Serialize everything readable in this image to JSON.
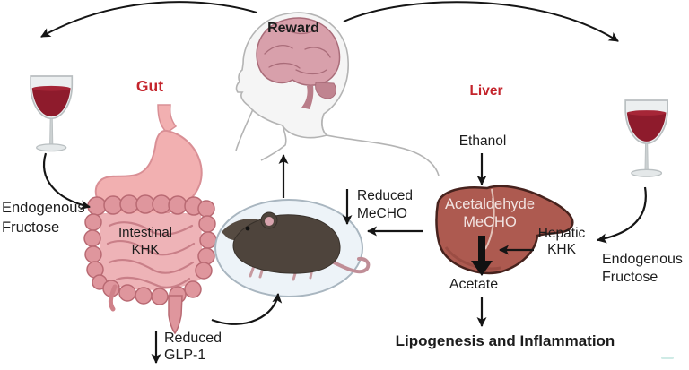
{
  "figure": {
    "type": "biomedical-pathway-diagram",
    "description_labels": {
      "reward": "Reward",
      "gut": "Gut",
      "liver": "Liver",
      "ethanol": "Ethanol",
      "acetaldehyde": [
        "Acetaldehyde",
        "MeCHO"
      ],
      "hepatic_khk": [
        "Hepatic",
        "KHK"
      ],
      "endogenous_fructose_right": [
        "Endogenous",
        "Fructose"
      ],
      "endogenous_fructose_left": [
        "Endogenous",
        "Fructose"
      ],
      "intestinal_khk": [
        "Intestinal",
        "KHK"
      ],
      "reduced_mecho": [
        "Reduced",
        "MeCHO"
      ],
      "reduced_glp1": [
        "Reduced",
        "GLP-1"
      ],
      "acetate": "Acetate",
      "lipogenesis": "Lipogenesis and Inflammation"
    },
    "colors": {
      "region_label_red": "#c4242c",
      "text_black": "#1c1c1c",
      "acetaldehyde_text": "#f2e4e2",
      "arrow_black": "#151515",
      "liver_fill": "#ad5a50",
      "liver_outline": "#46221d",
      "wine_red": "#8e1b2c",
      "stomach_pink": "#f2b0b1",
      "stomach_outline": "#d98f95",
      "intestine_pink": "#df969d",
      "intestine_inner_pink": "#eeb3b7",
      "brain_pink": "#d8a0ab",
      "mouse_body": "#4e443c",
      "mouse_dish_fill": "#edf3f8",
      "mouse_dish_outline": "#a9b6c0"
    },
    "icons": {
      "wine_glass": "wine glass with red wine",
      "human_brain": "human head profile with brain (reward)",
      "gut_organ": "stomach and intestines",
      "mouse": "laboratory mouse in dish",
      "liver_organ": "liver"
    }
  }
}
